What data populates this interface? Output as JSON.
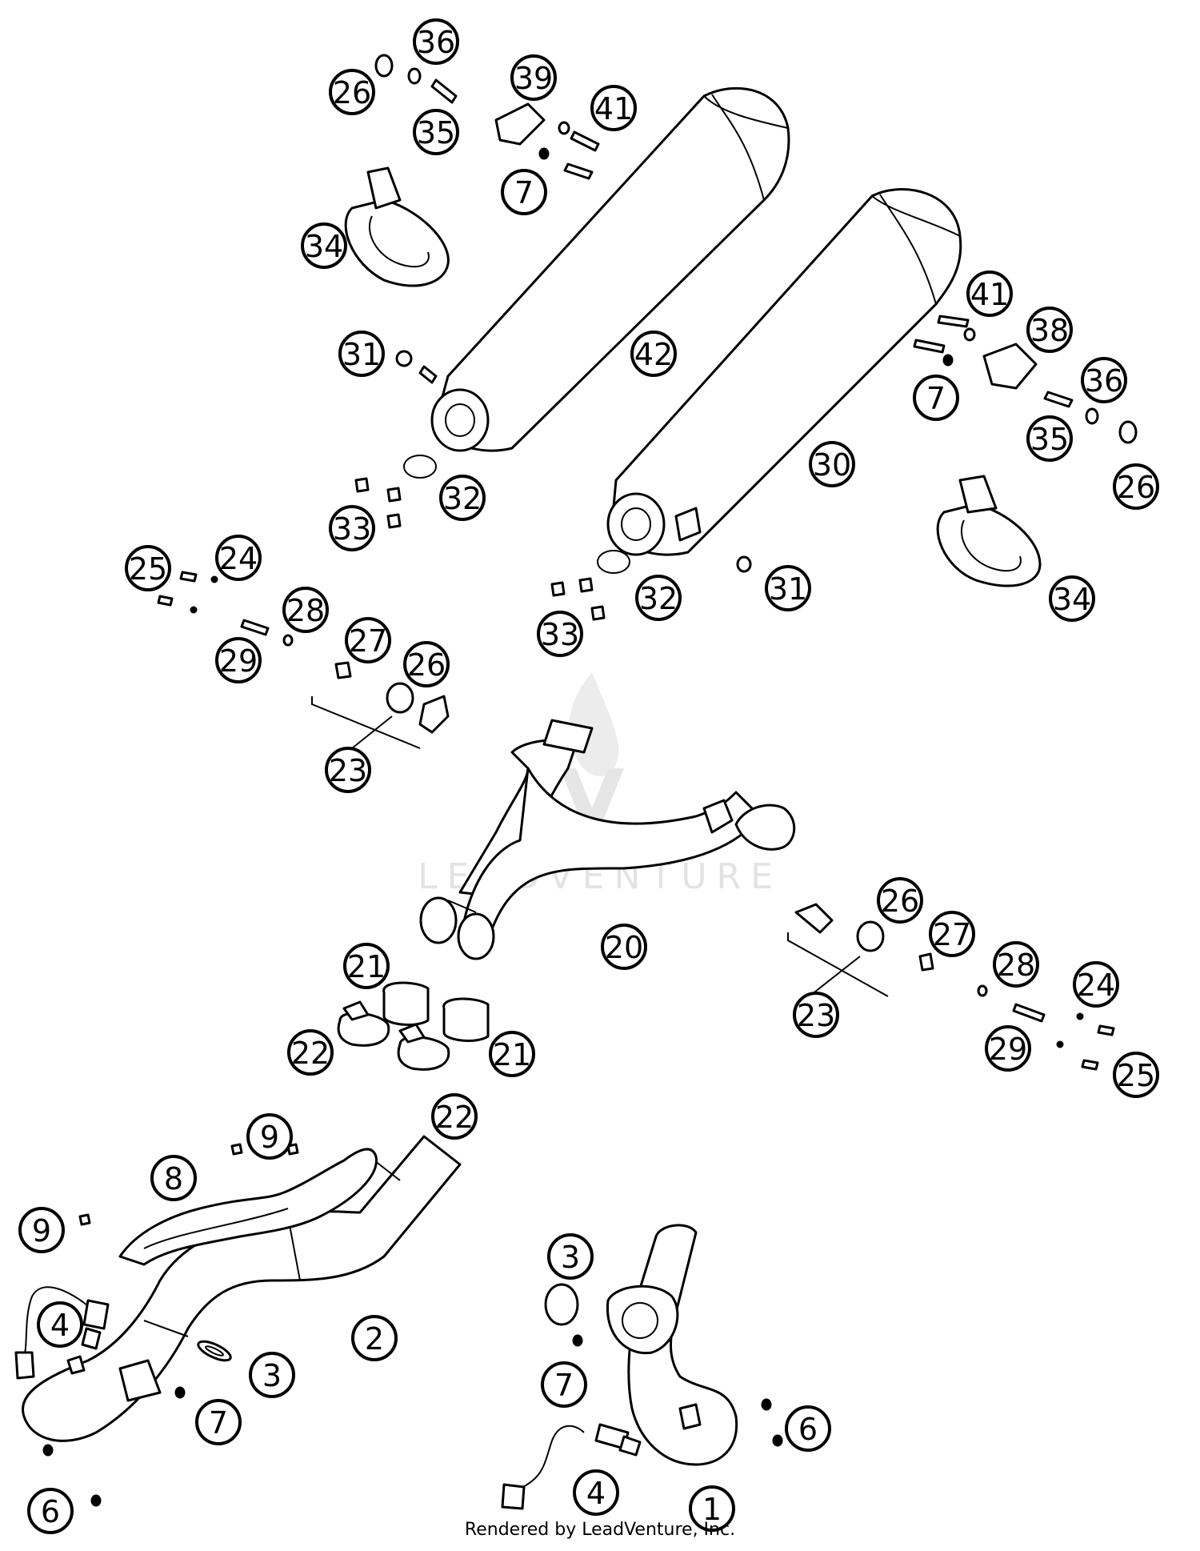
{
  "diagram": {
    "watermark": "LEADVENTURE",
    "footer": "Rendered by LeadVenture, Inc.",
    "callouts": [
      {
        "id": "c36a",
        "label": "36"
      },
      {
        "id": "c26a",
        "label": "26"
      },
      {
        "id": "c35a",
        "label": "35"
      },
      {
        "id": "c39",
        "label": "39"
      },
      {
        "id": "c41a",
        "label": "41"
      },
      {
        "id": "c7a",
        "label": "7"
      },
      {
        "id": "c34a",
        "label": "34"
      },
      {
        "id": "c31a",
        "label": "31"
      },
      {
        "id": "c42",
        "label": "42"
      },
      {
        "id": "c32a",
        "label": "32"
      },
      {
        "id": "c33a",
        "label": "33"
      },
      {
        "id": "c41b",
        "label": "41"
      },
      {
        "id": "c38",
        "label": "38"
      },
      {
        "id": "c7b",
        "label": "7"
      },
      {
        "id": "c36b",
        "label": "36"
      },
      {
        "id": "c35b",
        "label": "35"
      },
      {
        "id": "c30",
        "label": "30"
      },
      {
        "id": "c26b",
        "label": "26"
      },
      {
        "id": "c34b",
        "label": "34"
      },
      {
        "id": "c31b",
        "label": "31"
      },
      {
        "id": "c32b",
        "label": "32"
      },
      {
        "id": "c33b",
        "label": "33"
      },
      {
        "id": "c25a",
        "label": "25"
      },
      {
        "id": "c24a",
        "label": "24"
      },
      {
        "id": "c28a",
        "label": "28"
      },
      {
        "id": "c29a",
        "label": "29"
      },
      {
        "id": "c27a",
        "label": "27"
      },
      {
        "id": "c26c",
        "label": "26"
      },
      {
        "id": "c23a",
        "label": "23"
      },
      {
        "id": "c20",
        "label": "20"
      },
      {
        "id": "c26d",
        "label": "26"
      },
      {
        "id": "c27b",
        "label": "27"
      },
      {
        "id": "c23b",
        "label": "23"
      },
      {
        "id": "c28b",
        "label": "28"
      },
      {
        "id": "c24b",
        "label": "24"
      },
      {
        "id": "c29b",
        "label": "29"
      },
      {
        "id": "c25b",
        "label": "25"
      },
      {
        "id": "c21a",
        "label": "21"
      },
      {
        "id": "c21b",
        "label": "21"
      },
      {
        "id": "c22a",
        "label": "22"
      },
      {
        "id": "c22b",
        "label": "22"
      },
      {
        "id": "c9a",
        "label": "9"
      },
      {
        "id": "c8",
        "label": "8"
      },
      {
        "id": "c9b",
        "label": "9"
      },
      {
        "id": "c4a",
        "label": "4"
      },
      {
        "id": "c2",
        "label": "2"
      },
      {
        "id": "c3a",
        "label": "3"
      },
      {
        "id": "c7c",
        "label": "7"
      },
      {
        "id": "c6a",
        "label": "6"
      },
      {
        "id": "c3b",
        "label": "3"
      },
      {
        "id": "c7d",
        "label": "7"
      },
      {
        "id": "c6b",
        "label": "6"
      },
      {
        "id": "c4b",
        "label": "4"
      },
      {
        "id": "c1",
        "label": "1"
      }
    ]
  }
}
